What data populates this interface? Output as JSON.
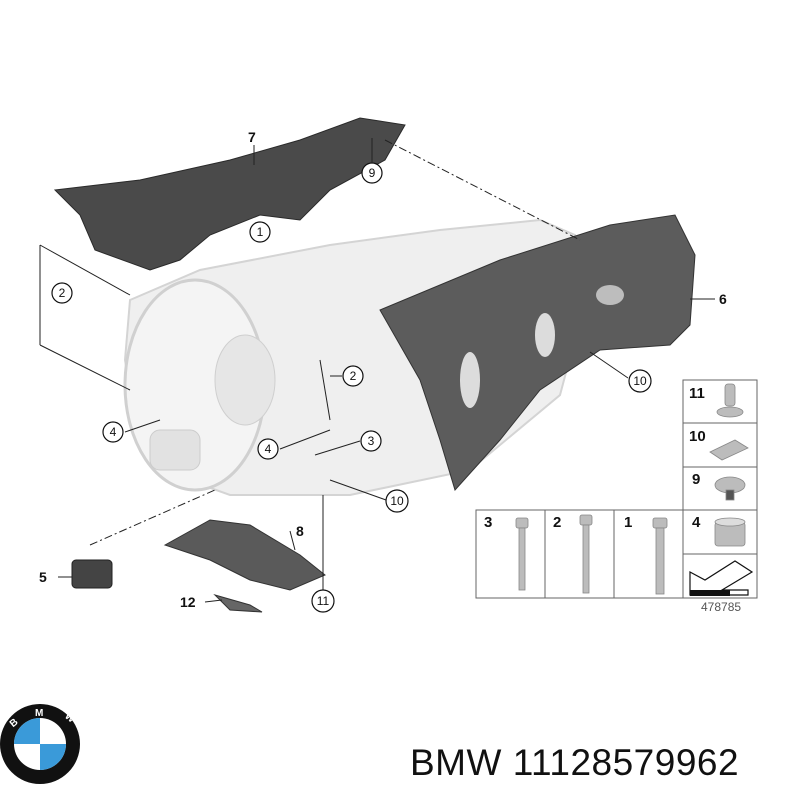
{
  "diagram": {
    "callouts_bold": {
      "c7": "7",
      "c6": "6",
      "c8": "8",
      "c5": "5",
      "c12": "12"
    },
    "callouts_circled": {
      "c9": "9",
      "c1": "1",
      "c2a": "2",
      "c10a": "10",
      "c2b": "2",
      "c4a": "4",
      "c4b": "4",
      "c3": "3",
      "c10b": "10",
      "c11": "11"
    },
    "parts_table": {
      "right_column": [
        "11",
        "10",
        "9",
        "4"
      ],
      "bottom_row": [
        "3",
        "2",
        "1"
      ]
    },
    "reference_number": "478785"
  },
  "footer": {
    "logo_letters": "BMW",
    "part_caption": "BMW 11128579962",
    "colors": {
      "logo_blue": "#3a9ad9",
      "logo_ring": "#111111"
    }
  }
}
